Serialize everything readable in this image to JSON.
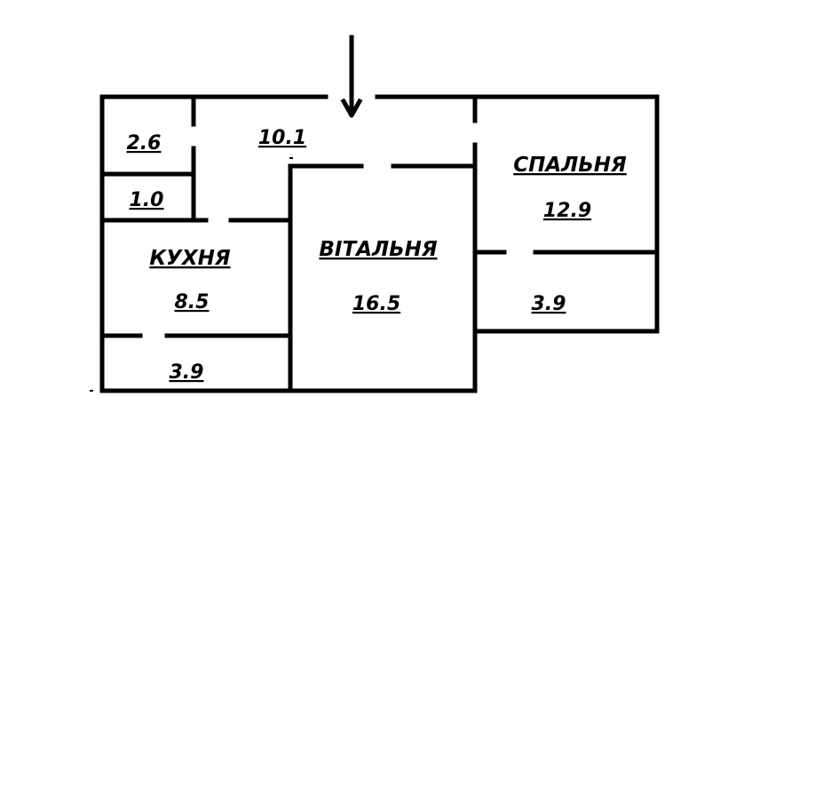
{
  "rooms": {
    "storage_small": {
      "area": "2.6"
    },
    "storage_tiny": {
      "area": "1.0"
    },
    "hallway": {
      "area": "10.1"
    },
    "kitchen": {
      "name": "КУХНЯ",
      "area": "8.5"
    },
    "kitchen_balcony": {
      "area": "3.9"
    },
    "living_room": {
      "name": "ВІТАЛЬНЯ",
      "area": "16.5"
    },
    "bedroom": {
      "name": "СПАЛЬНЯ",
      "area": "12.9"
    },
    "bedroom_balcony": {
      "area": "3.9"
    }
  },
  "colors": {
    "walls": "#000000",
    "background": "#ffffff"
  },
  "icons": {
    "entrance": "arrow-down-icon"
  }
}
